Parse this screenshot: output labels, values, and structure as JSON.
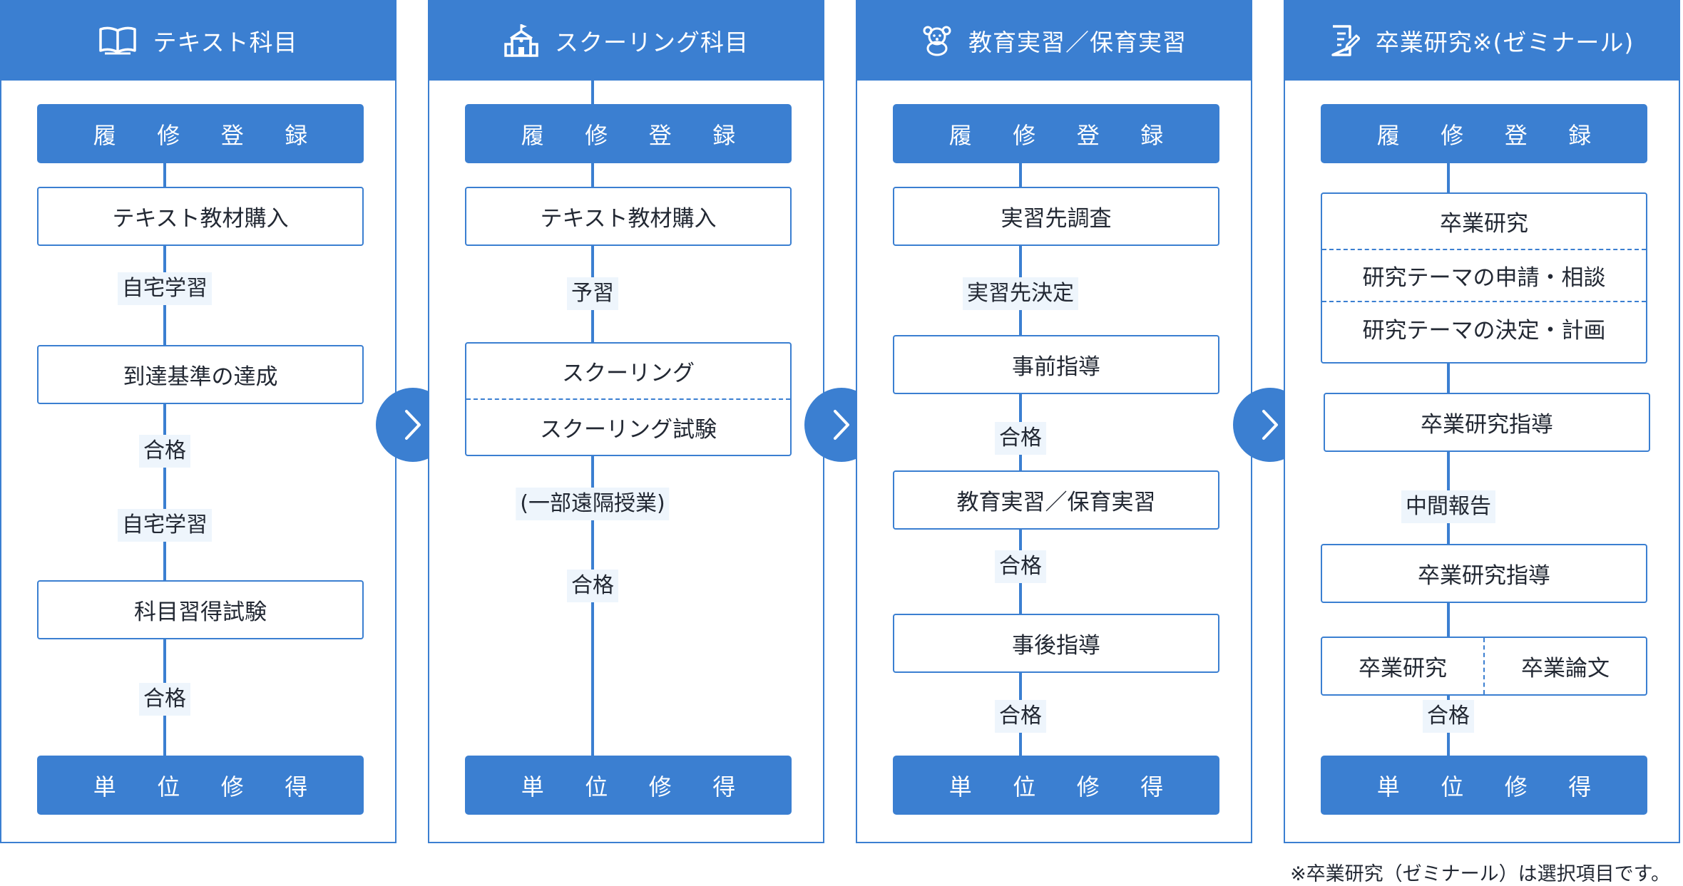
{
  "columns": [
    {
      "title": "テキスト科目",
      "icon": "book-icon",
      "top": [
        "履",
        "修",
        "登",
        "録"
      ],
      "steps": [
        "テキスト教材購入",
        "到達基準の達成",
        "科目習得試験"
      ],
      "labels": [
        "自宅学習",
        "合格",
        "自宅学習",
        "合格"
      ],
      "bottom": [
        "単",
        "位",
        "修",
        "得"
      ]
    },
    {
      "title": "スクーリング科目",
      "icon": "school-building-icon",
      "top": [
        "履",
        "修",
        "登",
        "録"
      ],
      "steps": [
        "テキスト教材購入"
      ],
      "split_box": [
        "スクーリング",
        "スクーリング試験"
      ],
      "labels": [
        "予習",
        "(一部遠隔授業)",
        "合格"
      ],
      "bottom": [
        "単",
        "位",
        "修",
        "得"
      ]
    },
    {
      "title": "教育実習／保育実習",
      "icon": "teddy-bear-icon",
      "top": [
        "履",
        "修",
        "登",
        "録"
      ],
      "steps": [
        "実習先調査",
        "事前指導",
        "教育実習／保育実習",
        "事後指導"
      ],
      "labels": [
        "実習先決定",
        "合格",
        "合格",
        "合格"
      ],
      "bottom": [
        "単",
        "位",
        "修",
        "得"
      ]
    },
    {
      "title": "卒業研究※(ゼミナール)",
      "icon": "document-pen-icon",
      "top": [
        "履",
        "修",
        "登",
        "録"
      ],
      "triple_box": [
        "卒業研究",
        "研究テーマの申請・相談",
        "研究テーマの決定・計画"
      ],
      "steps": [
        "卒業研究指導",
        "卒業研究指導"
      ],
      "side_box": [
        "卒業研究",
        "卒業論文"
      ],
      "labels": [
        "中間報告",
        "合格"
      ],
      "bottom": [
        "単",
        "位",
        "修",
        "得"
      ]
    }
  ],
  "footnote": "※卒業研究（ゼミナール）は選択項目です。",
  "colors": {
    "accent": "#3b7fd1",
    "label_bg": "#eef5fc",
    "text": "#222833"
  }
}
